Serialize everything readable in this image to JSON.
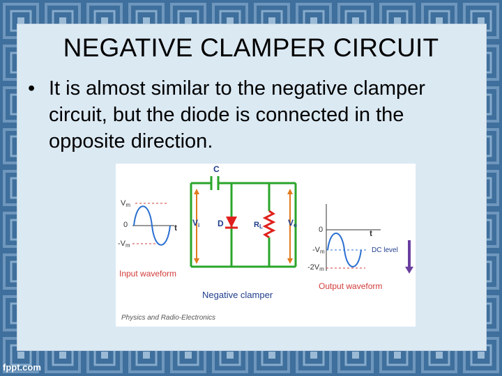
{
  "slide": {
    "title": "NEGATIVE CLAMPER CIRCUIT",
    "bullet_symbol": "•",
    "bullet_text": "It is almost similar to the negative clamper circuit, but the diode is connected in the opposite direction."
  },
  "figure": {
    "label_capacitor": "C",
    "label_diode": "D",
    "label_resistor": "R",
    "label_resistor_sub": "L",
    "label_vi": "V",
    "label_vi_sub": "i",
    "label_vo": "V",
    "label_vo_sub": "o",
    "input_vm": "V",
    "input_vm_sub": "m",
    "input_zero": "0",
    "input_neg_vm": "-V",
    "input_neg_vm_sub": "m",
    "input_t": "t",
    "input_caption": "Input waveform",
    "output_zero": "0",
    "output_t": "t",
    "output_neg_vm": "-V",
    "output_neg_vm_sub": "m",
    "output_neg_2vm": "-2V",
    "output_neg_2vm_sub": "m",
    "output_dc_level": "DC level",
    "output_caption": "Output waveform",
    "circuit_caption": "Negative clamper",
    "credit": "Physics and Radio-Electronics",
    "colors": {
      "wire": "#2aa52a",
      "diode": "#e0201c",
      "arrow": "#e07a1c",
      "label_blue": "#1f3d8c",
      "caption_red": "#d23a3a",
      "dc_arrow": "#6a3fa0"
    }
  },
  "footer": {
    "watermark": "fppt.com"
  }
}
